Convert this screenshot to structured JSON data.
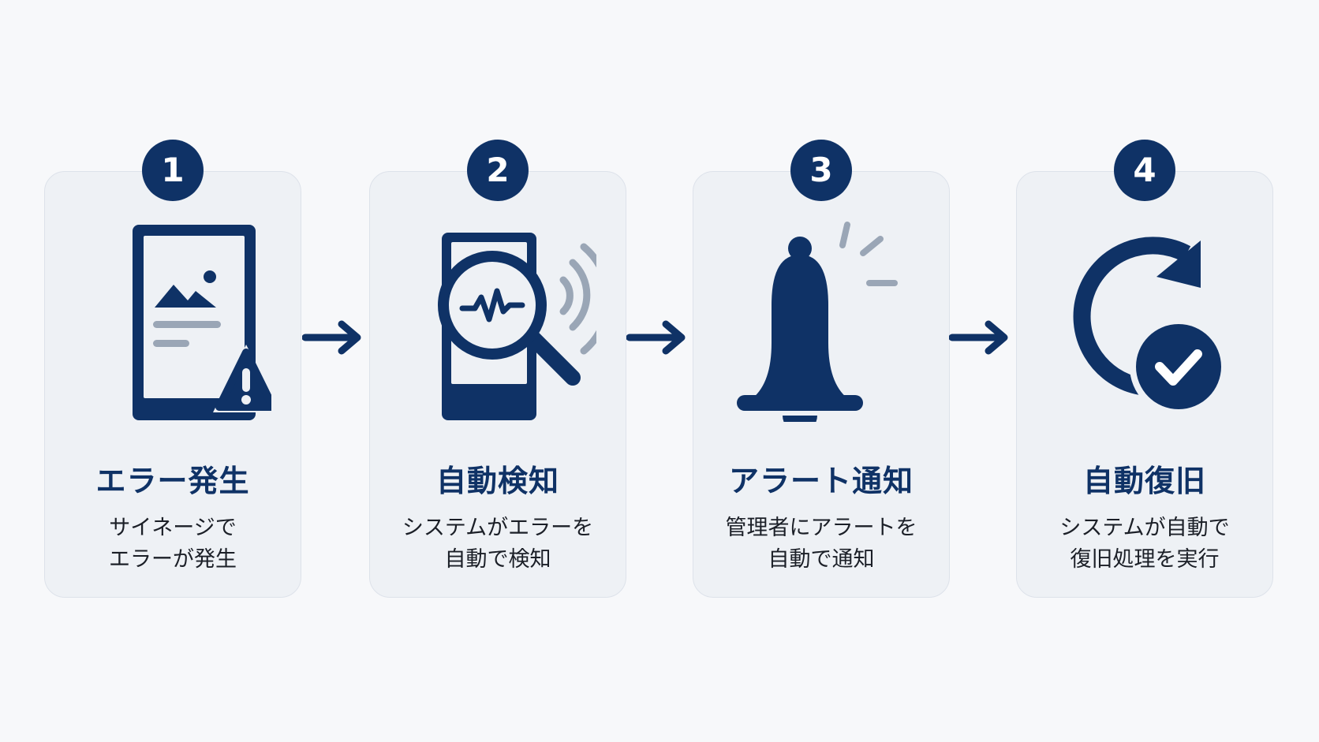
{
  "colors": {
    "navy": "#0f3266",
    "gray_accent": "#9aa6b6",
    "card_bg": "#eef1f5",
    "page_bg": "#f7f8fa",
    "text": "#1b1f27"
  },
  "steps": [
    {
      "number": "1",
      "title": "エラー発生",
      "desc_line1": "サイネージで",
      "desc_line2": "エラーが発生",
      "icon": "phone-with-warning-icon"
    },
    {
      "number": "2",
      "title": "自動検知",
      "desc_line1": "システムがエラーを",
      "desc_line2": "自動で検知",
      "icon": "magnifier-pulse-icon"
    },
    {
      "number": "3",
      "title": "アラート通知",
      "desc_line1": "管理者にアラートを",
      "desc_line2": "自動で通知",
      "icon": "bell-icon"
    },
    {
      "number": "4",
      "title": "自動復旧",
      "desc_line1": "システムが自動で",
      "desc_line2": "復旧処理を実行",
      "icon": "refresh-check-icon"
    }
  ],
  "connectors": [
    "arrow-right-icon",
    "arrow-right-icon",
    "arrow-right-icon"
  ]
}
